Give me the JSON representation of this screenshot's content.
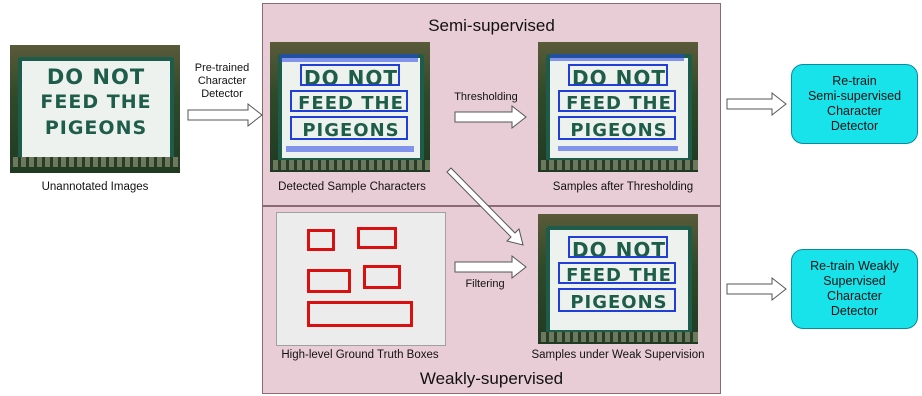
{
  "panels": {
    "semi_title": "Semi-supervised",
    "weak_title": "Weakly-supervised"
  },
  "sign_text": {
    "line1": "DO NOT",
    "line2": "FEED THE",
    "line3": "PIGEONS"
  },
  "labels": {
    "unannotated": "Unannotated Images",
    "pretrained_1": "Pre-trained",
    "pretrained_2": "Character",
    "pretrained_3": "Detector",
    "detected": "Detected Sample Characters",
    "thresholding": "Thresholding",
    "after_thresholding": "Samples after Thresholding",
    "gt_boxes": "High-level Ground Truth Boxes",
    "filtering": "Filtering",
    "weak_samples": "Samples under Weak Supervision"
  },
  "retrain_semi": {
    "line1": "Re-train",
    "line2": "Semi-supervised",
    "line3": "Character",
    "line4": "Detector"
  },
  "retrain_weak": {
    "line1": "Re-train Weakly",
    "line2": "Supervised",
    "line3": "Character",
    "line4": "Detector"
  },
  "colors": {
    "panel_bg": "#e8cdd6",
    "retrain_bg": "#19e3ea",
    "bbox": "#1f3fd6",
    "gt_box": "#d81010"
  }
}
